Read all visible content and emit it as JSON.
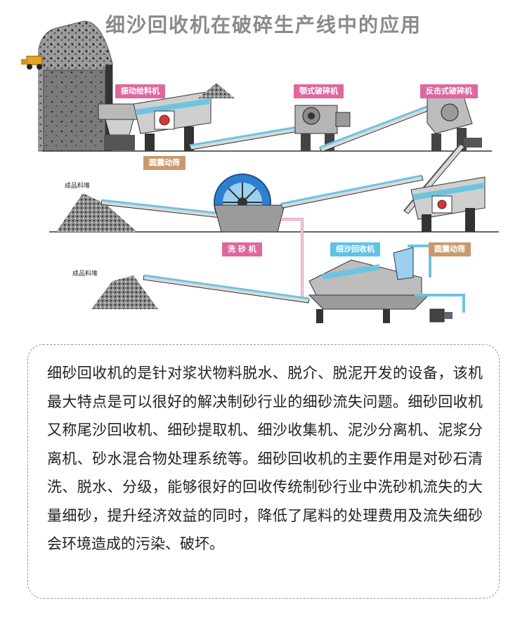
{
  "title": "细沙回收机在破碎生产线中的应用",
  "labels": {
    "vibrating_feeder": "振动给料机",
    "jaw_crusher": "颚式破碎机",
    "impact_crusher": "反击式破碎机",
    "circular_screen_1": "圆震动筛",
    "finished_pile_1": "成品料堆",
    "sand_washer": "洗 砂 机",
    "fine_sand_recycler": "细沙回收机",
    "circular_screen_2": "圆震动筛",
    "finished_pile_2": "成品料堆"
  },
  "colors": {
    "pink_label": "#e0679d",
    "cyan_label": "#5fc2e6",
    "tan_label": "#c89a6e",
    "conveyor": "#6ec4df",
    "wheel": "#2f7fd0"
  },
  "description": "细砂回收机的是针对浆状物料脱水、脱介、脱泥开发的设备，该机最大特点是可以很好的解决制砂行业的细砂流失问题。细砂回收机又称尾沙回收机、细砂提取机、细沙收集机、泥沙分离机、泥浆分离机、砂水混合物处理系统等。细砂回收机的主要作用是对砂石清洗、脱水、分级，能够很好的回收传统制砂行业中洗砂机流失的大量细砂，提升经济效益的同时，降低了尾料的处理费用及流失细砂会环境造成的污染、破坏。"
}
